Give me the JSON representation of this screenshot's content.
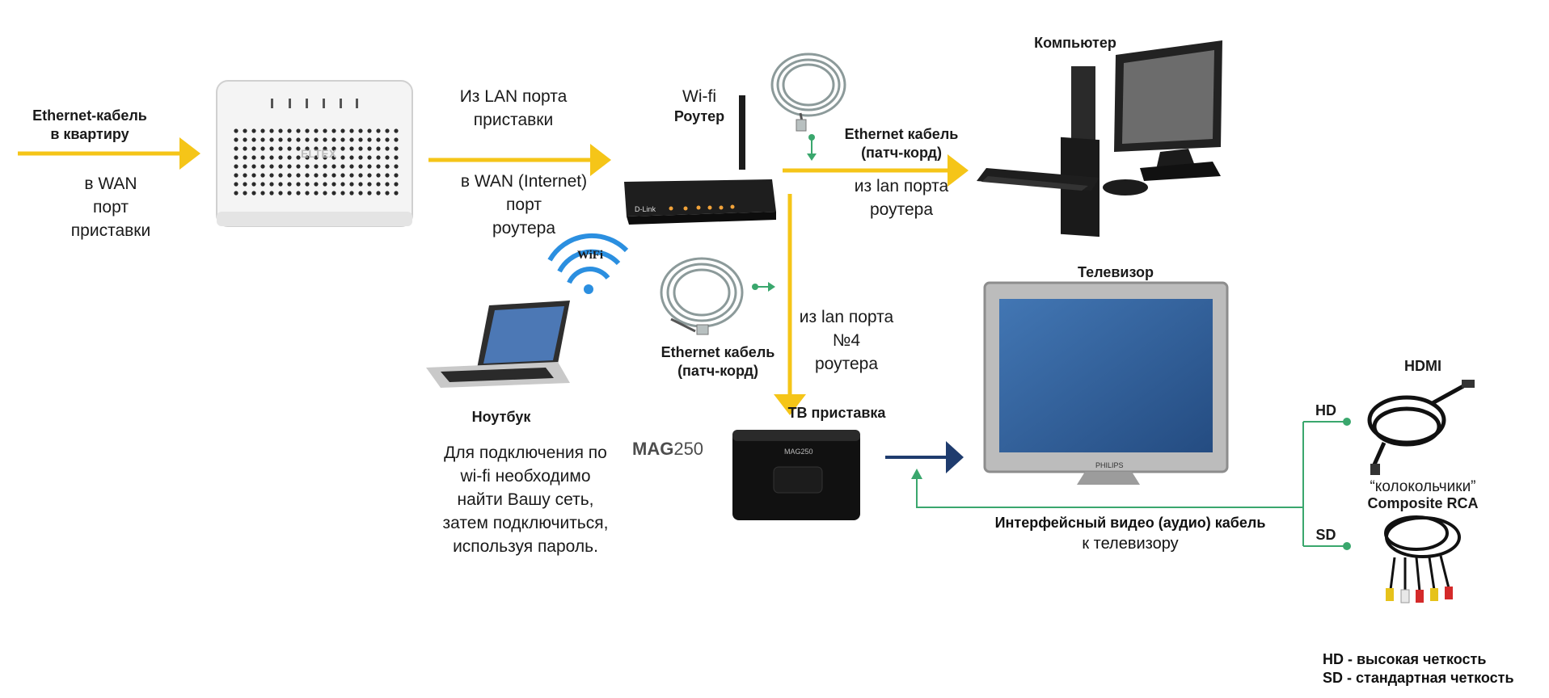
{
  "labels": {
    "ethernet_in": "Ethernet-кабель\nв квартиру",
    "wan_port": "в WAN\nпорт\nприставки",
    "from_lan": "Из LAN порта\nприставки",
    "to_wan": "в WAN (Internet)\nпорт\nроутера",
    "wifi_router": "Wi-fi",
    "router": "Роутер",
    "patch_top": "Ethernet кабель\n(патч-корд)",
    "from_lan_router": "из lan порта\nроутера",
    "computer": "Компьютер",
    "tv": "Телевизор",
    "wifi_badge": "WiFi",
    "patch_mid": "Ethernet кабель\n(патч-корд)",
    "lan4": "из lan порта\n№4\nроутера",
    "laptop": "Ноутбук",
    "wifi_note": "Для подключения по\nwi-fi необходимо\nнайти Вашу сеть,\nзатем подключиться,\nиспользуя пароль.",
    "mag_logo": "MAG250",
    "mag_logo_a": "MAG",
    "mag_logo_b": "250",
    "stb": "ТВ приставка",
    "hdmi": "HDMI",
    "hd": "HD",
    "sd": "SD",
    "bells": "“колокольчики”",
    "composite": "Composite RCA",
    "video_cable_bold": "Интерфейсный видео (аудио) кабель",
    "video_cable_rest": "к телевизору",
    "legend_hd": "HD - высокая четкость",
    "legend_sd": "SD - стандартная четкость",
    "eltex_brand": "ELTEX",
    "dlink_brand": "D-Link",
    "philips_brand": "PHILIPS",
    "mag_device": "MAG250"
  },
  "colors": {
    "yellow_arrow": "#f5c518",
    "green_line": "#3aa76d",
    "navy_arrow": "#1f3c6e",
    "wifi_blue": "#2b8fe0"
  }
}
